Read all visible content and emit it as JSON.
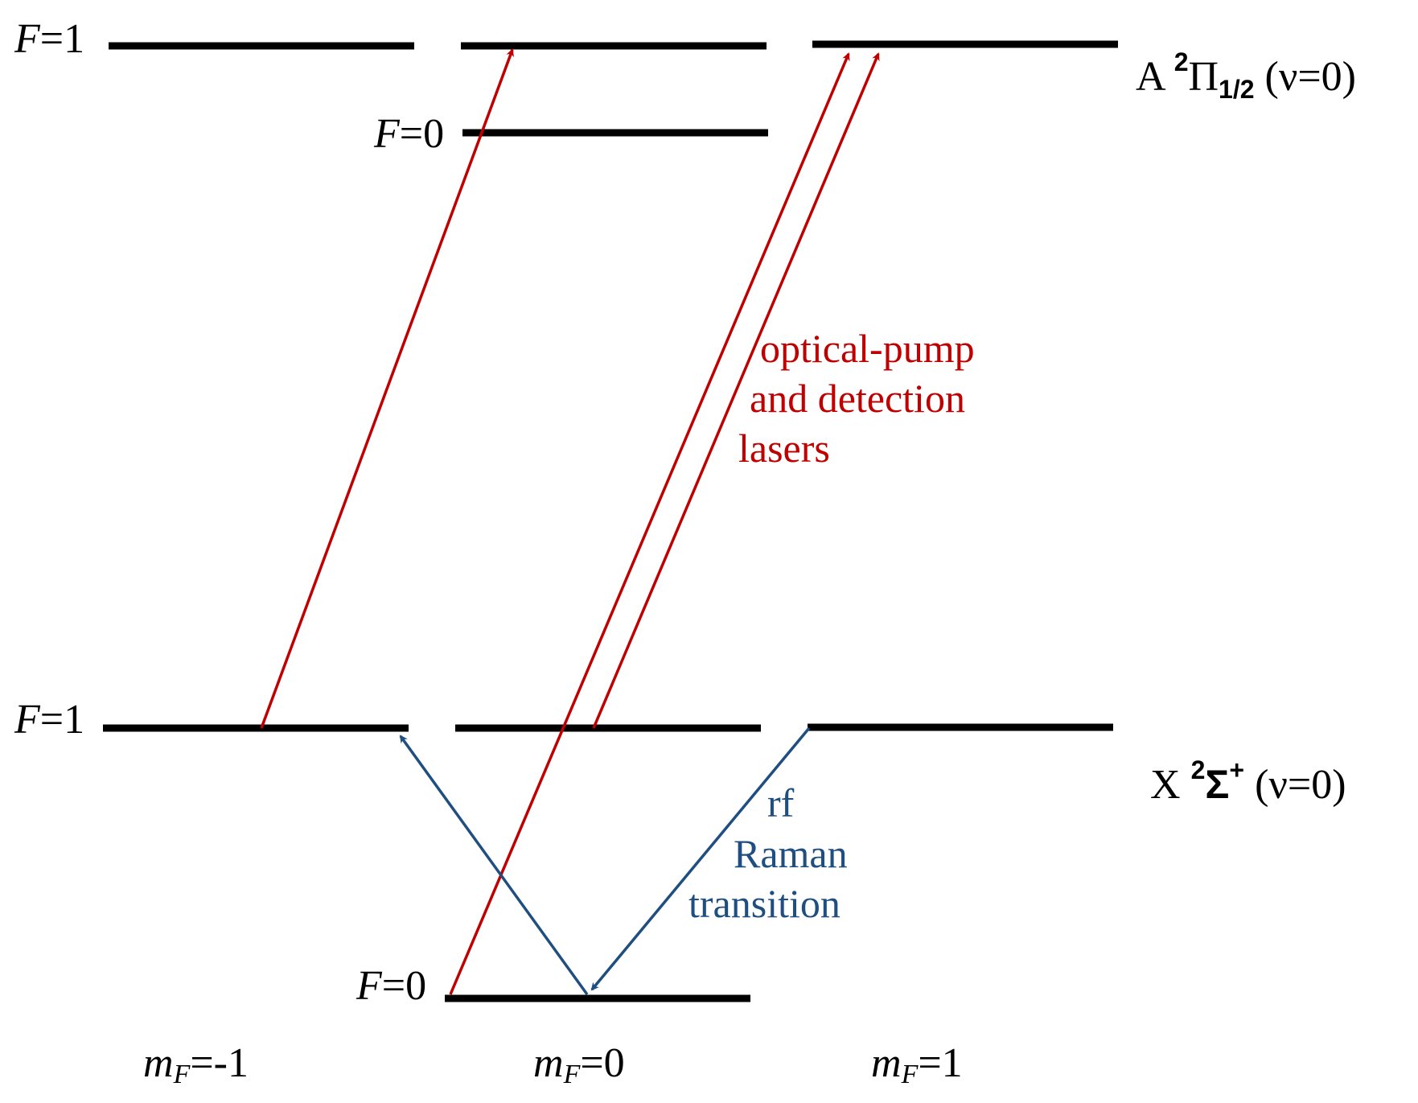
{
  "upper_state": {
    "pre": "A ",
    "sup": "2",
    "sym": "Π",
    "sub": "1/2",
    "post": " (ν=0)"
  },
  "lower_state": {
    "pre": "X ",
    "sup": "2",
    "sym": "Σ",
    "sym_sup": "+",
    "post": " (ν=0)"
  },
  "level_labels": {
    "upper_f1": {
      "f": "F",
      "val": "=1"
    },
    "upper_f0": {
      "f": "F",
      "val": "=0"
    },
    "lower_f1": {
      "f": "F",
      "val": "=1"
    },
    "lower_f0": {
      "f": "F",
      "val": "=0"
    }
  },
  "mf_labels": [
    {
      "m": "m",
      "sub": "F",
      "val": "=-1"
    },
    {
      "m": "m",
      "sub": "F",
      "val": "=0"
    },
    {
      "m": "m",
      "sub": "F",
      "val": "=1"
    }
  ],
  "laser_label": [
    "optical-pump",
    "and detection",
    "lasers"
  ],
  "rf_label": [
    "rf",
    "Raman",
    "transition"
  ],
  "colors": {
    "level": "#000000",
    "laser": "#c00000",
    "rf": "#1f4e80"
  }
}
